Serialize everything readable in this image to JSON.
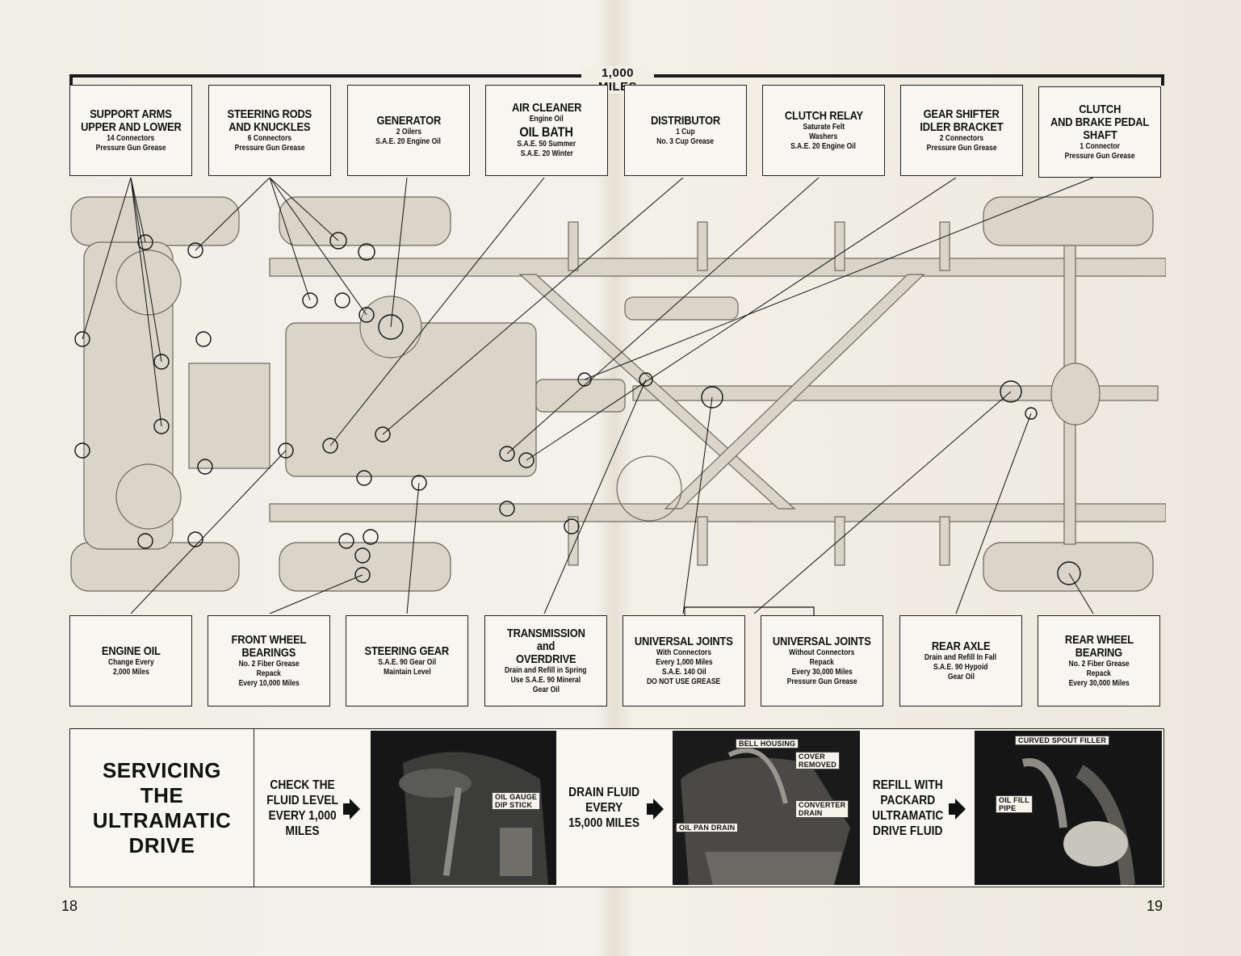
{
  "header": {
    "interval_label": "1,000 MILES"
  },
  "top_boxes": [
    {
      "title": [
        "SUPPORT ARMS",
        "UPPER AND LOWER"
      ],
      "lines": [
        "14 Connectors",
        "Pressure Gun Grease"
      ]
    },
    {
      "title": [
        "STEERING RODS",
        "AND KNUCKLES"
      ],
      "lines": [
        "6 Connectors",
        "Pressure Gun Grease"
      ]
    },
    {
      "title": [
        "GENERATOR"
      ],
      "lines": [
        "2 Oilers",
        "S.A.E. 20 Engine Oil"
      ]
    },
    {
      "title": [
        "AIR CLEANER"
      ],
      "lines": [
        "Engine Oil"
      ],
      "title2": [
        "OIL BATH"
      ],
      "lines2": [
        "S.A.E. 50 Summer",
        "S.A.E. 20 Winter"
      ]
    },
    {
      "title": [
        "DISTRIBUTOR"
      ],
      "lines": [
        "1 Cup",
        "No. 3 Cup Grease"
      ]
    },
    {
      "title": [
        "CLUTCH RELAY"
      ],
      "lines": [
        "Saturate Felt",
        "Washers",
        "S.A.E. 20 Engine Oil"
      ]
    },
    {
      "title": [
        "GEAR SHIFTER",
        "IDLER BRACKET"
      ],
      "lines": [
        "2 Connectors",
        "Pressure Gun Grease"
      ]
    },
    {
      "title": [
        "CLUTCH",
        "AND BRAKE PEDAL",
        "SHAFT"
      ],
      "lines": [
        "1 Connector",
        "Pressure Gun Grease"
      ]
    }
  ],
  "bottom_boxes": [
    {
      "title": [
        "ENGINE OIL"
      ],
      "lines": [
        "Change Every",
        "2,000 Miles"
      ]
    },
    {
      "title": [
        "FRONT WHEEL",
        "BEARINGS"
      ],
      "lines": [
        "No. 2 Fiber Grease",
        "Repack",
        "Every 10,000 Miles"
      ]
    },
    {
      "title": [
        "STEERING GEAR"
      ],
      "lines": [
        "S.A.E. 90 Gear Oil",
        "Maintain Level"
      ]
    },
    {
      "title": [
        "TRANSMISSION",
        "and",
        "OVERDRIVE"
      ],
      "lines": [
        "Drain and Refill in Spring",
        "Use S.A.E. 90 Mineral",
        "Gear Oil"
      ]
    },
    {
      "title": [
        "UNIVERSAL JOINTS"
      ],
      "lines": [
        "With Connectors",
        "Every 1,000 Miles",
        "S.A.E. 140 Oil",
        "DO NOT USE GREASE"
      ]
    },
    {
      "title": [
        "UNIVERSAL JOINTS"
      ],
      "lines": [
        "Without Connectors",
        "Repack",
        "Every 30,000 Miles",
        "Pressure Gun Grease"
      ]
    },
    {
      "title": [
        "REAR AXLE"
      ],
      "lines": [
        "Drain and Refill In Fall",
        "S.A.E. 90 Hypoid",
        "Gear Oil"
      ]
    },
    {
      "title": [
        "REAR WHEEL",
        "BEARING"
      ],
      "lines": [
        "No. 2 Fiber Grease",
        "Repack",
        "Every 30,000 Miles"
      ]
    }
  ],
  "ultramatic": {
    "title": [
      "SERVICING",
      "THE",
      "ULTRAMATIC",
      "DRIVE"
    ],
    "step1": [
      "CHECK THE",
      "FLUID LEVEL",
      "EVERY 1,000",
      "MILES"
    ],
    "photo1_tags": [
      "OIL GAUGE",
      "DIP STICK"
    ],
    "step2": [
      "DRAIN FLUID",
      "EVERY",
      "15,000 MILES"
    ],
    "photo2_tags": {
      "bell": "BELL HOUSING",
      "cover": [
        "COVER",
        "REMOVED"
      ],
      "converter": [
        "CONVERTER",
        "DRAIN"
      ],
      "pan": "OIL PAN DRAIN"
    },
    "step3": [
      "REFILL WITH",
      "PACKARD",
      "ULTRAMATIC",
      "DRIVE FLUID"
    ],
    "photo3_tags": {
      "spout": "CURVED SPOUT FILLER",
      "pipe": [
        "OIL FILL",
        "PIPE"
      ]
    }
  },
  "page_numbers": {
    "left": "18",
    "right": "19"
  }
}
